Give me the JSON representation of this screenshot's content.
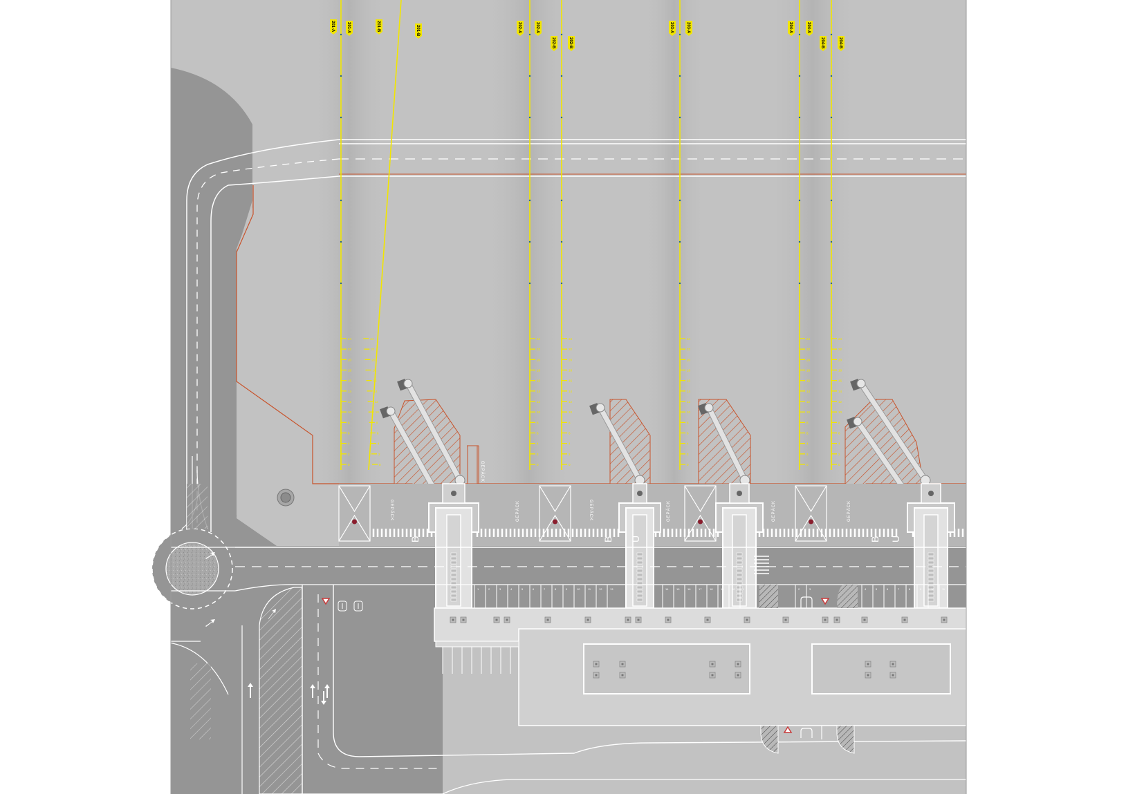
{
  "plan": {
    "colors": {
      "apron": "#c2c2c2",
      "apron_dark": "#b3b3b3",
      "road": "#959595",
      "road_dark": "#8a8a8a",
      "lead_line": "#f2e600",
      "limit_line": "#c8532b",
      "hatch": "#c8532b",
      "terminal": "#dcdcdc",
      "terminal_inner": "#d0d0d0",
      "marking": "#ffffff",
      "bridge": "#e2e2e2"
    },
    "gate_tags": [
      "201-A",
      "201-B",
      "201-B",
      "201-A",
      "202-A",
      "202-B",
      "202-B",
      "202-A",
      "203-A",
      "203-A",
      "204-A",
      "204-B",
      "204-B",
      "204-A"
    ],
    "scale_labels": [
      "24",
      "22",
      "20",
      "18",
      "16",
      "14",
      "12",
      "10",
      "8",
      "6",
      "4",
      "2",
      "0"
    ],
    "area_labels": [
      "GEPÄCK",
      "GEPÄCK",
      "GEPÄCK",
      "GEPÄCK",
      "GEPÄCK",
      "GEPÄCK",
      "GEPÄCK"
    ],
    "letters": [
      "B",
      "B",
      "U",
      "B",
      "U"
    ],
    "parking_numbers": [
      "1",
      "2",
      "3",
      "4",
      "5",
      "6",
      "7",
      "8",
      "9",
      "10",
      "11",
      "12",
      "13",
      "14",
      "15",
      "16",
      "17",
      "18",
      "19",
      "20"
    ]
  }
}
